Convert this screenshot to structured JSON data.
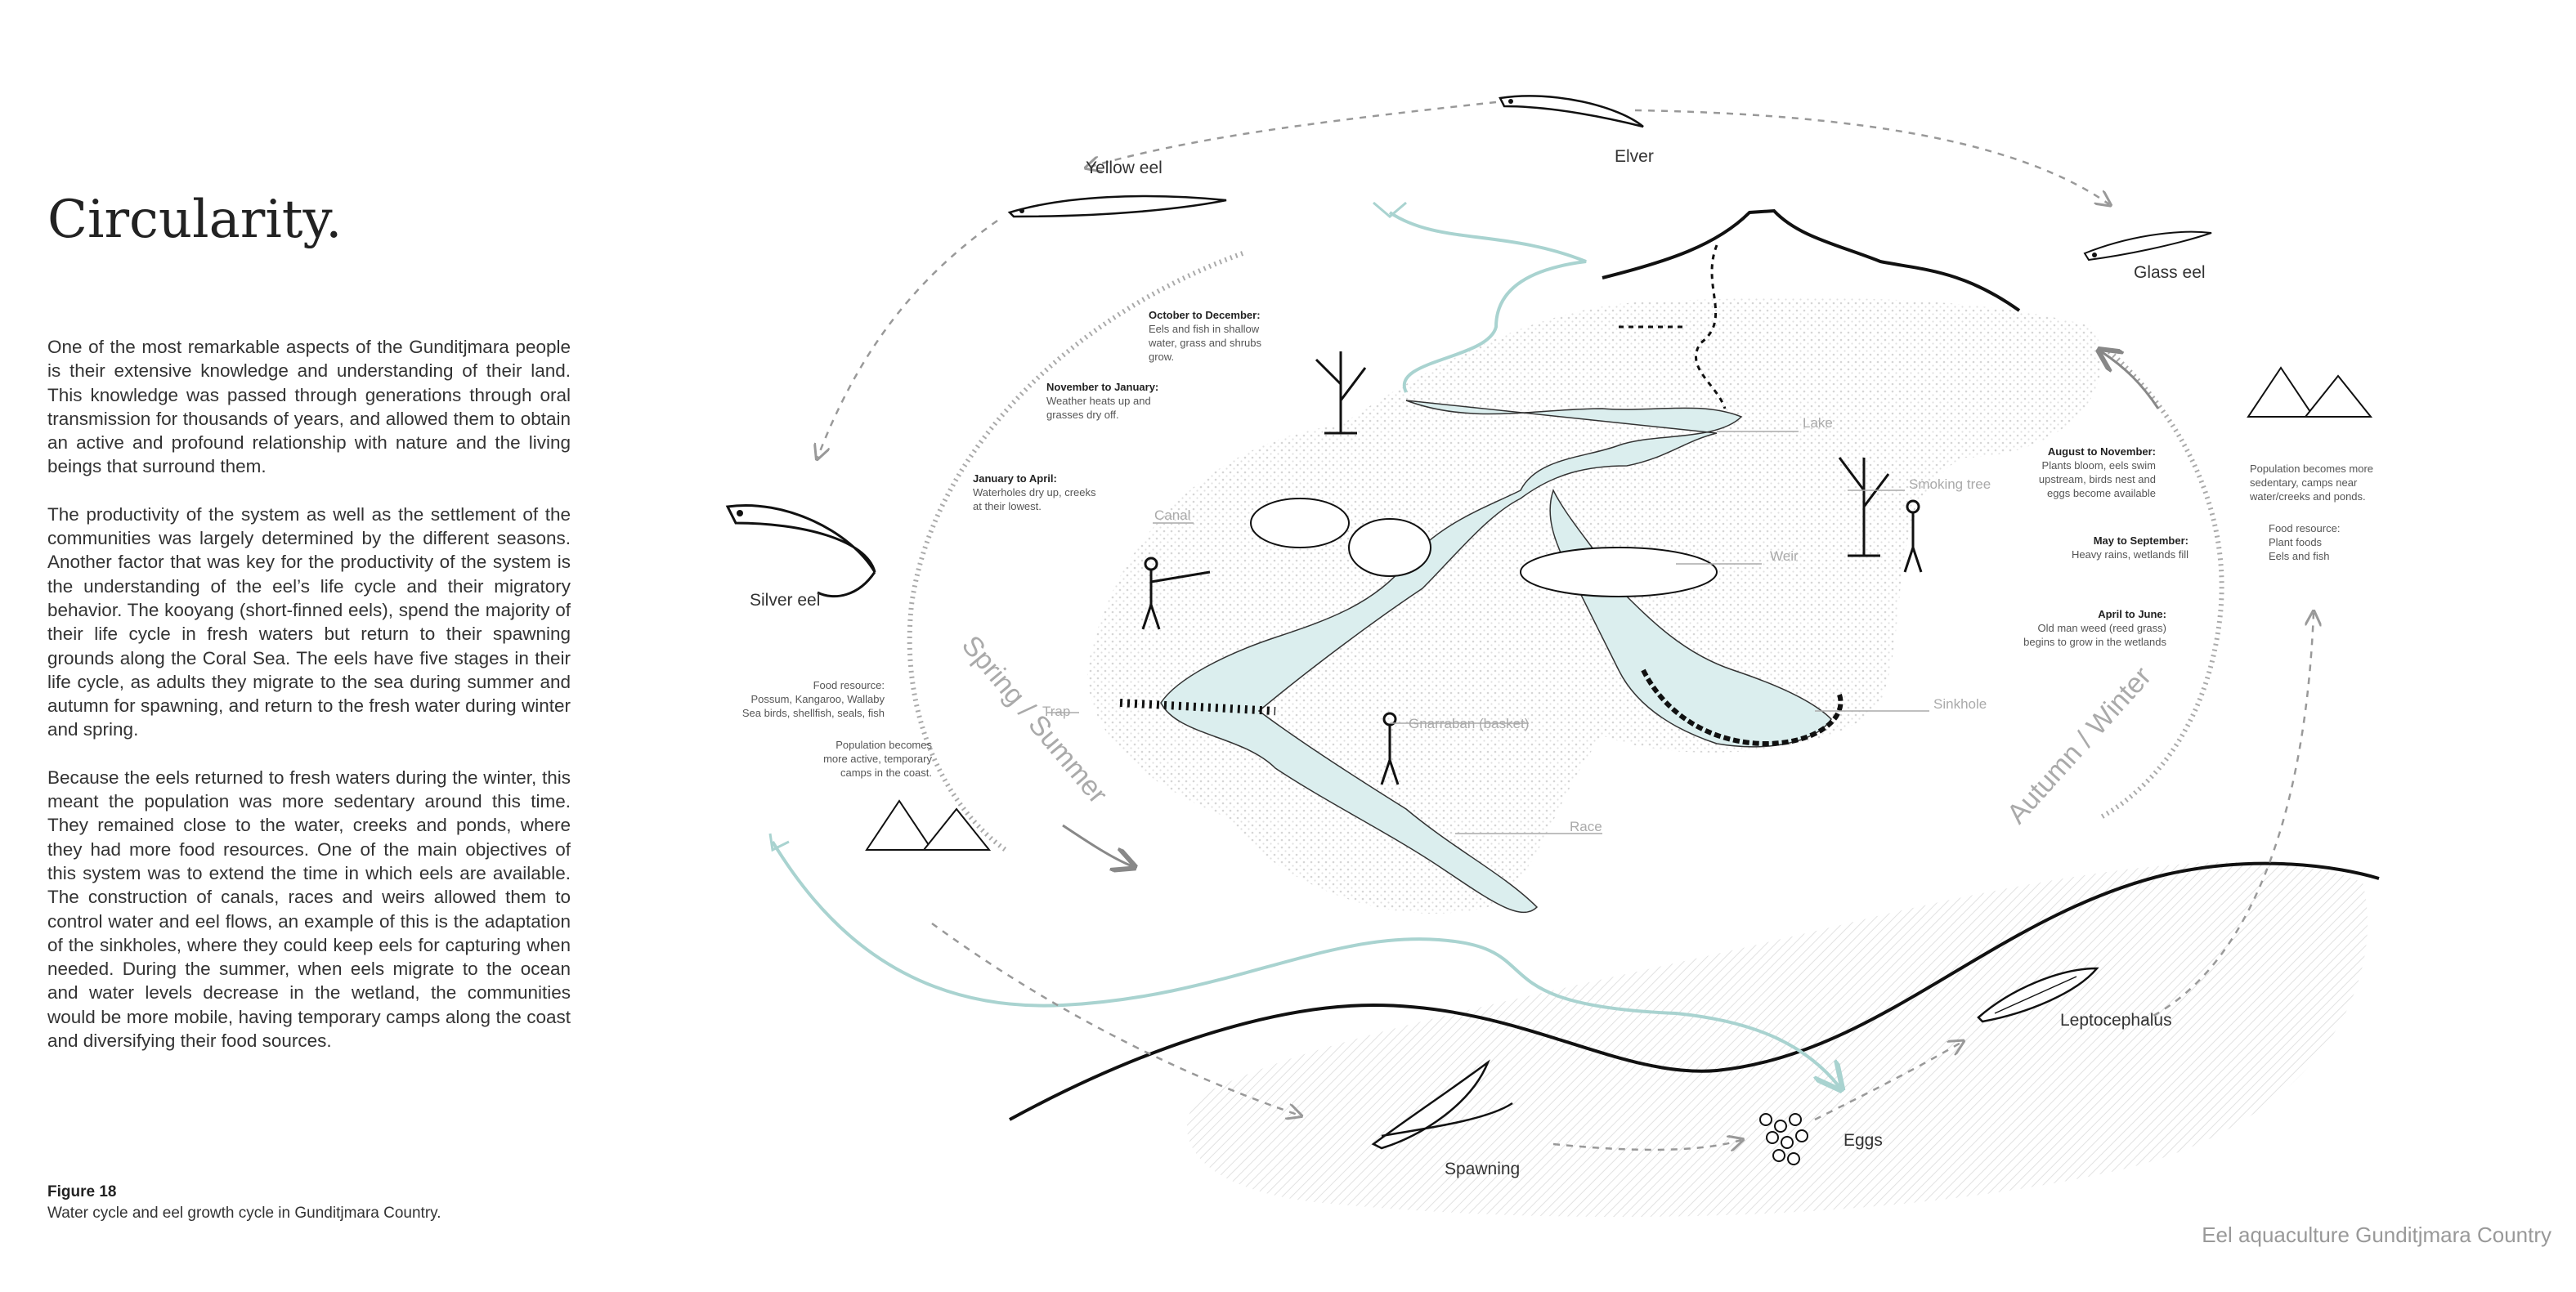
{
  "page": {
    "title": "Circularity.",
    "paragraphs": [
      "One of the most remarkable aspects of the Gunditjmara people is their extensive knowledge and understanding of their land. This knowledge was passed through generations through oral transmission for thousands of years, and allowed them to obtain an active and profound relationship with nature and the living beings that surround them.",
      "The productivity of the system as well as the settlement of the communities was largely determined by the different seasons. Another factor that was key for the productivity of the system is the understanding of the eel’s life cycle and their migratory behavior. The kooyang (short-finned eels), spend the majority of their life cycle in fresh waters but return to their spawning grounds along the Coral Sea. The eels have five stages in their life cycle, as adults they migrate to the sea during summer and autumn for spawning, and return to the fresh water during winter and spring.",
      "Because the eels returned to fresh waters during the winter, this meant the population was more sedentary around this time. They remained close to the water, creeks and ponds, where they had more food resources. One of the main objectives of this system was to extend the time in which eels are available. The construction of canals, races and weirs allowed them to control water and eel flows, an example of this is the adaptation of the sinkholes, where they could keep eels for capturing when needed. During the summer, when eels migrate to the ocean and water levels decrease in the wetland, the communities would be more mobile, having temporary camps along the coast and diversifying their food sources."
    ],
    "figure_label": "Figure 18",
    "figure_caption": "Water cycle and eel growth cycle in Gunditjmara Country.",
    "footer": "Eel aquaculture Gunditjmara Country"
  },
  "diagram": {
    "eel_stages": {
      "yellow_eel": "Yellow eel",
      "elver": "Elver",
      "glass_eel": "Glass eel",
      "silver_eel": "Silver eel",
      "spawning": "Spawning",
      "eggs": "Eggs",
      "leptocephalus": "Leptocephalus"
    },
    "seasons": {
      "spring_summer": "Spring / Summer",
      "autumn_winter": "Autumn / Winter"
    },
    "features": {
      "lake": "Lake",
      "smoking_tree": "Smoking tree",
      "weir": "Weir",
      "sinkhole": "Sinkhole",
      "canal": "Canal",
      "trap": "Trap",
      "gnarraban": "Gnarraban (basket)",
      "race": "Race"
    },
    "left_notes": [
      {
        "head": "October to December:",
        "lines": [
          "Eels and fish in shallow",
          "water, grass and shrubs",
          "grow."
        ]
      },
      {
        "head": "November to January:",
        "lines": [
          "Weather heats up and",
          "grasses dry off."
        ]
      },
      {
        "head": "January to April:",
        "lines": [
          "Waterholes dry up, creeks",
          "at their lowest."
        ]
      }
    ],
    "right_notes": [
      {
        "head": "August to November:",
        "lines": [
          "Plants bloom, eels swim",
          "upstream, birds nest and",
          "eggs become available"
        ]
      },
      {
        "head": "May to September:",
        "lines": [
          "Heavy rains, wetlands fill"
        ]
      },
      {
        "head": "April to June:",
        "lines": [
          "Old man weed (reed grass)",
          "begins to grow in the wetlands"
        ]
      }
    ],
    "left_food": {
      "food_lines": [
        "Food resource:",
        "Possum, Kangaroo, Wallaby",
        "Sea birds, shellfish, seals, fish"
      ],
      "population_lines": [
        "Population becomes",
        "more active, temporary",
        "camps in the coast."
      ]
    },
    "right_food": {
      "population_lines": [
        "Population becomes more",
        "sedentary, camps near",
        "water/creeks and ponds."
      ],
      "food_lines": [
        "Food resource:",
        "Plant foods",
        "Eels and fish"
      ]
    },
    "colors": {
      "water": "#dbeeee",
      "river_line": "#a9d3d0",
      "ink": "#111111",
      "arrow": "#999999"
    }
  }
}
